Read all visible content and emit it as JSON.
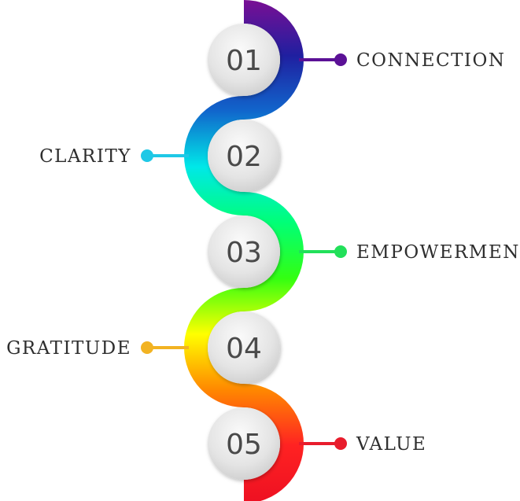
{
  "steps": [
    {
      "number": "01",
      "label": "CONNECTION",
      "color": "#5b1196"
    },
    {
      "number": "02",
      "label": "CLARITY",
      "color": "#1ec8e6"
    },
    {
      "number": "03",
      "label": "EMPOWERMENT",
      "color": "#22e05a"
    },
    {
      "number": "04",
      "label": "GRATITUDE",
      "color": "#f2b322"
    },
    {
      "number": "05",
      "label": "VALUE",
      "color": "#e81c2c"
    }
  ],
  "ribbon_gradient": [
    "#7a0f94",
    "#1f1fa0",
    "#1166cc",
    "#00e8e8",
    "#00ff77",
    "#33ff11",
    "#ffff00",
    "#ff8800",
    "#ff2222",
    "#ee1122"
  ]
}
